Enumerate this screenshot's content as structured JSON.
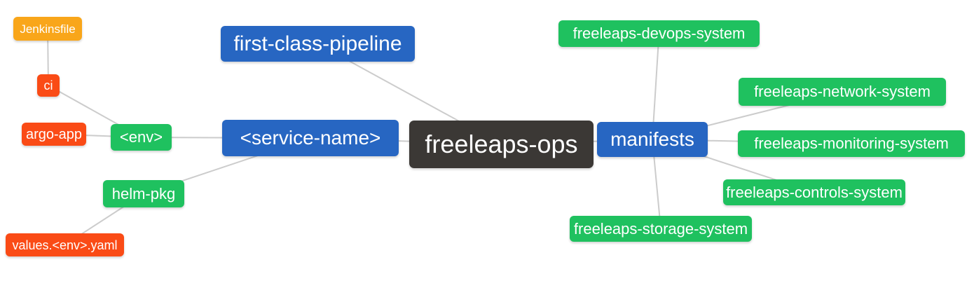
{
  "diagram": {
    "title": "freeleaps-ops mindmap",
    "edge_color": "#cccccc",
    "colors": {
      "orange": "#f9a61a",
      "orange_red": "#fa4b16",
      "green": "#1fc15f",
      "blue": "#2766c2",
      "dark": "#3b3835",
      "text": "#ffffff"
    },
    "nodes": {
      "jenkinsfile": {
        "label": "Jenkinsfile",
        "color": "#f9a61a"
      },
      "ci": {
        "label": "ci",
        "color": "#fa4b16"
      },
      "argo_app": {
        "label": "argo-app",
        "color": "#fa4b16"
      },
      "env": {
        "label": "<env>",
        "color": "#1fc15f"
      },
      "helm_pkg": {
        "label": "helm-pkg",
        "color": "#1fc15f"
      },
      "values_env_yaml": {
        "label": "values.<env>.yaml",
        "color": "#fa4b16"
      },
      "first_class_pipeline": {
        "label": "first-class-pipeline",
        "color": "#2766c2"
      },
      "service_name": {
        "label": "<service-name>",
        "color": "#2766c2"
      },
      "freeleaps_ops": {
        "label": "freeleaps-ops",
        "color": "#3b3835"
      },
      "manifests": {
        "label": "manifests",
        "color": "#2766c2"
      },
      "devops_system": {
        "label": "freeleaps-devops-system",
        "color": "#1fc15f"
      },
      "network_system": {
        "label": "freeleaps-network-system",
        "color": "#1fc15f"
      },
      "monitoring_system": {
        "label": "freeleaps-monitoring-system",
        "color": "#1fc15f"
      },
      "controls_system": {
        "label": "freeleaps-controls-system",
        "color": "#1fc15f"
      },
      "storage_system": {
        "label": "freeleaps-storage-system",
        "color": "#1fc15f"
      }
    },
    "edges": [
      {
        "from": "jenkinsfile",
        "to": "ci"
      },
      {
        "from": "ci",
        "to": "env"
      },
      {
        "from": "argo_app",
        "to": "env"
      },
      {
        "from": "env",
        "to": "service_name"
      },
      {
        "from": "helm_pkg",
        "to": "service_name"
      },
      {
        "from": "values_env_yaml",
        "to": "helm_pkg"
      },
      {
        "from": "first_class_pipeline",
        "to": "freeleaps_ops"
      },
      {
        "from": "service_name",
        "to": "freeleaps_ops"
      },
      {
        "from": "freeleaps_ops",
        "to": "manifests"
      },
      {
        "from": "manifests",
        "to": "devops_system"
      },
      {
        "from": "manifests",
        "to": "network_system"
      },
      {
        "from": "manifests",
        "to": "monitoring_system"
      },
      {
        "from": "manifests",
        "to": "controls_system"
      },
      {
        "from": "manifests",
        "to": "storage_system"
      }
    ]
  }
}
